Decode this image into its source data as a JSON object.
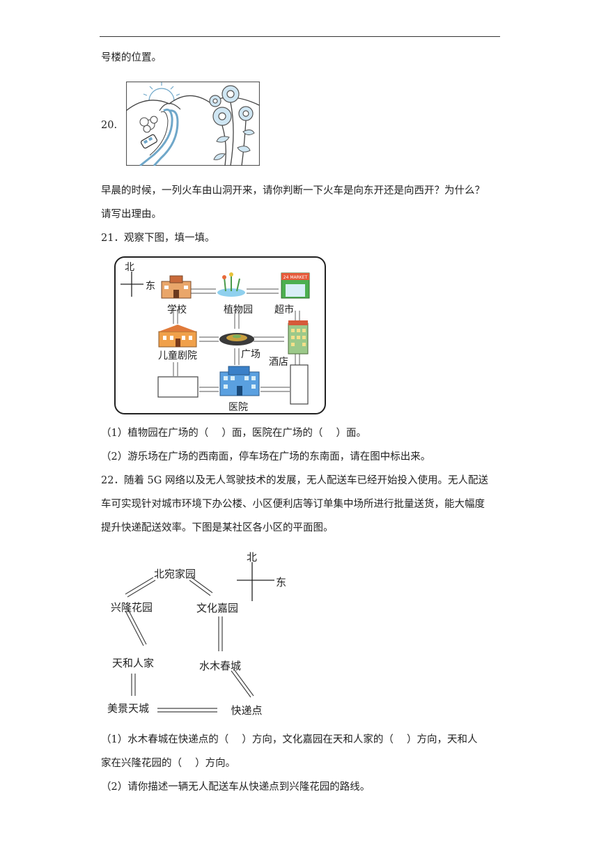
{
  "top_fragment": "号楼的位置。",
  "q20": {
    "number": "20.",
    "line1": "早晨的时候，一列火车由山洞开来，请你判断一下火车是向东开还是向西开？为什么？",
    "line2": "请写出理由。"
  },
  "q21": {
    "heading": "21．观察下图，填一填。",
    "compass": {
      "north": "北",
      "east": "东"
    },
    "places": {
      "school": "学校",
      "garden": "植物园",
      "market": "超市",
      "theater": "儿童剧院",
      "square": "广场",
      "hotel": "酒店",
      "hospital": "医院"
    },
    "market_sign": "24 MARKET",
    "sub1": "（1）植物园在广场的（　 ）面，医院在广场的（　 ）面。",
    "sub2": "（2）游乐场在广场的西南面，停车场在广场的东南面，请在图中标出来。"
  },
  "q22": {
    "line1": "22．随着 5G 网络以及无人驾驶技术的发展，无人配送车已经开始投入使用。无人配送",
    "line2": "车可实现针对城市环境下办公楼、小区便利店等订单集中场所进行批量送货，能大幅度",
    "line3": "提升快递配送效率。下图是某社区各小区的平面图。",
    "compass": {
      "north": "北",
      "east": "东"
    },
    "places": {
      "beiwan": "北宛家园",
      "xinglong": "兴隆花园",
      "wenhua": "文化嘉园",
      "tianhe": "天和人家",
      "shuimu": "水木春城",
      "meijing": "美景天城",
      "kuaidi": "快递点"
    },
    "sub1_line1": "（1）水木春城在快递点的（　 ）方向，文化嘉园在天和人家的（　 ）方向，天和人",
    "sub1_line2": "家在兴隆花园的（　 ）方向。",
    "sub2": "（2）请你描述一辆无人配送车从快递点到兴隆花园的路线。"
  }
}
